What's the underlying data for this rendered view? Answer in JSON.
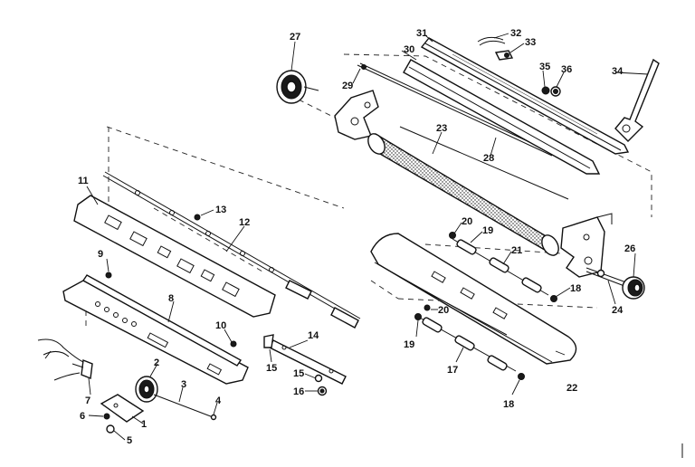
{
  "labels": {
    "p1": "1",
    "p2": "2",
    "p3": "3",
    "p4": "4",
    "p5": "5",
    "p6": "6",
    "p7": "7",
    "p8": "8",
    "p9": "9",
    "p10": "10",
    "p11": "11",
    "p12": "12",
    "p13": "13",
    "p14": "14",
    "p15a": "15",
    "p15b": "15",
    "p16": "16",
    "p17": "17",
    "p18a": "18",
    "p18b": "18",
    "p19a": "19",
    "p19b": "19",
    "p20a": "20",
    "p20b": "20",
    "p21": "21",
    "p22": "22",
    "p23": "23",
    "p24": "24",
    "p26": "26",
    "p27": "27",
    "p28": "28",
    "p29": "29",
    "p30": "30",
    "p31": "31",
    "p32": "32",
    "p33": "33",
    "p34": "34",
    "p35": "35",
    "p36": "36"
  }
}
